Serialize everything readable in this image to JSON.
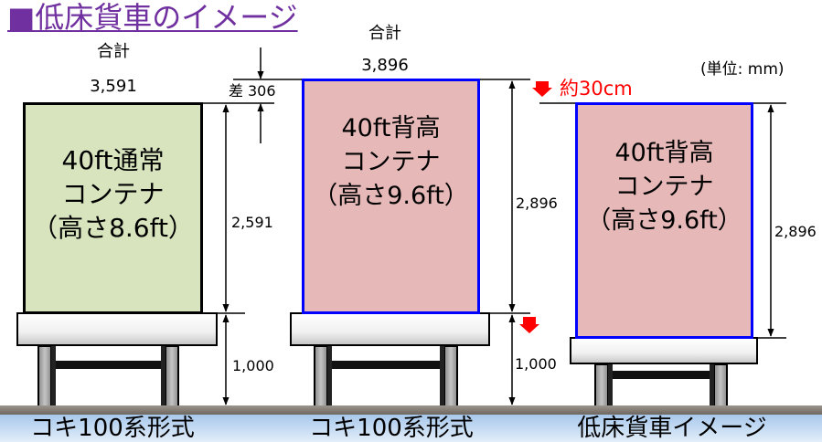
{
  "title": "■低床貨車のイメージ",
  "unit_note": "(単位: mm)",
  "difference": {
    "label": "差",
    "value": "306"
  },
  "reduction_note": "約30cm",
  "cars": {
    "left": {
      "total_label": "合計",
      "total_value": "3,591",
      "container_lines": [
        "40ft通常",
        "コンテナ",
        "（高さ8.6ft）"
      ],
      "container_height": "2,591",
      "deck_height": "1,000",
      "caption": "コキ100系形式"
    },
    "middle": {
      "total_label": "合計",
      "total_value": "3,896",
      "container_lines": [
        "40ft背高",
        "コンテナ",
        "（高さ9.6ft）"
      ],
      "container_height": "2,896",
      "deck_height": "1,000",
      "caption": "コキ100系形式"
    },
    "right": {
      "container_lines": [
        "40ft背高",
        "コンテナ",
        "（高さ9.6ft）"
      ],
      "container_height": "2,896",
      "caption": "低床貨車イメージ"
    }
  },
  "colors": {
    "title_color": "#7030A0",
    "standard_container": "#D7E4BD",
    "high_cube_container": "#E6B9B8",
    "high_cube_border": "#0000FF",
    "reduction_arrow": "#FF0000"
  }
}
